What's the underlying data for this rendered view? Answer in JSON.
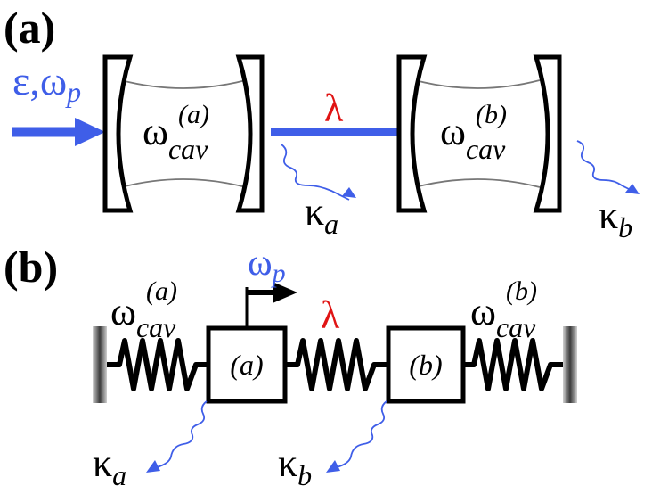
{
  "colors": {
    "pump": "#3f5ee8",
    "coupling": "#e01414",
    "decay": "#3f5ee8",
    "mirror_stroke": "#000000",
    "wall_gradient": [
      "#cfcfcf",
      "#3a3a3a",
      "#cfcfcf"
    ]
  },
  "panel_a": {
    "label": "(a)",
    "pump": {
      "symbol": "ε,ω",
      "subscript": "p"
    },
    "cavity_a": {
      "symbol": "ω",
      "sub": "cav",
      "sup": "(a)"
    },
    "cavity_b": {
      "symbol": "ω",
      "sub": "cav",
      "sup": "(b)"
    },
    "coupling": {
      "symbol": "λ"
    },
    "decay_a": {
      "symbol": "κ",
      "subscript": "a"
    },
    "decay_b": {
      "symbol": "κ",
      "subscript": "b"
    }
  },
  "panel_b": {
    "label": "(b)",
    "drive": {
      "symbol": "ω",
      "subscript": "p"
    },
    "spring_a": {
      "symbol": "ω",
      "sub": "cav",
      "sup": "(a)"
    },
    "spring_b": {
      "symbol": "ω",
      "sub": "cav",
      "sup": "(b)"
    },
    "coupling": {
      "symbol": "λ"
    },
    "mass_a": "(a)",
    "mass_b": "(b)",
    "decay_a": {
      "symbol": "κ",
      "subscript": "a"
    },
    "decay_b": {
      "symbol": "κ",
      "subscript": "b"
    }
  }
}
